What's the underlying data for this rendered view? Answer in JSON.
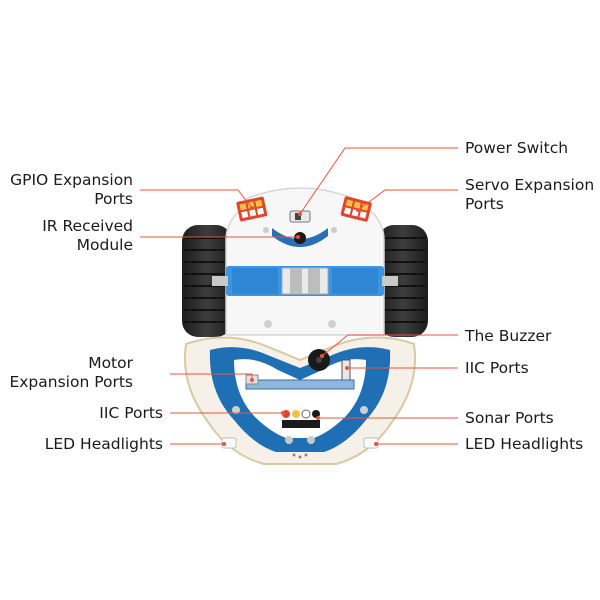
{
  "diagram": {
    "labels": {
      "gpio": [
        "GPIO Expansion",
        "Ports"
      ],
      "ir": [
        "IR Received",
        "Module"
      ],
      "motor": [
        "Motor",
        "Expansion Ports"
      ],
      "iic_left": "IIC Ports",
      "led_left": "LED Headlights",
      "power": "Power Switch",
      "servo": [
        "Servo Expansion",
        "Ports"
      ],
      "buzzer": "The Buzzer",
      "iic_right": "IIC Ports",
      "sonar": "Sonar Ports",
      "led_right": "LED Headlights"
    },
    "colors": {
      "callout_line": "#e8553a",
      "board_blue": "#1f6fb5",
      "light_blue": "#3b95e0",
      "tire": "#2a2a2a",
      "text": "#1a1a1a"
    }
  }
}
